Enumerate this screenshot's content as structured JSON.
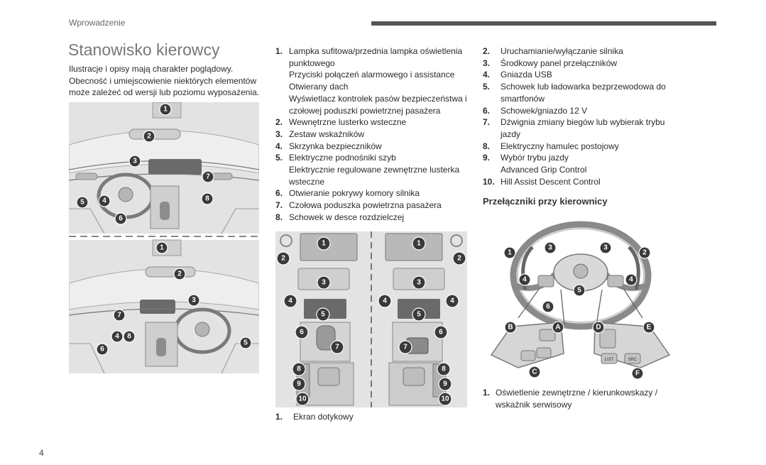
{
  "header": {
    "section": "Wprowadzenie"
  },
  "title": "Stanowisko kierowcy",
  "intro": "Ilustracje i opisy mają charakter poglądowy. Obecność i umiejscowienie niektórych elementów może zależeć od wersji lub poziomu wyposażenia.",
  "list_left": [
    {
      "num": "1.",
      "text": "Lampka sufitowa/przednia lampka oświetlenia punktowego\nPrzyciski połączeń alarmowego i assistance\nOtwierany dach\nWyświetlacz kontrolek pasów bezpieczeństwa i czołowej poduszki powietrznej pasażera"
    },
    {
      "num": "2.",
      "text": "Wewnętrzne lusterko wsteczne"
    },
    {
      "num": "3.",
      "text": "Zestaw wskaźników"
    },
    {
      "num": "4.",
      "text": "Skrzynka bezpieczników"
    },
    {
      "num": "5.",
      "text": "Elektryczne podnośniki szyb\nElektrycznie regulowane zewnętrzne lusterka wsteczne"
    },
    {
      "num": "6.",
      "text": "Otwieranie pokrywy komory silnika"
    },
    {
      "num": "7.",
      "text": "Czołowa poduszka powietrzna pasażera"
    },
    {
      "num": "8.",
      "text": "Schowek w desce rozdzielczej"
    }
  ],
  "list_right": [
    {
      "num": "2.",
      "text": "Uruchamianie/wyłączanie silnika"
    },
    {
      "num": "3.",
      "text": "Środkowy panel przełączników"
    },
    {
      "num": "4.",
      "text": "Gniazda USB"
    },
    {
      "num": "5.",
      "text": "Schowek lub ładowarka bezprzewodowa do smartfonów"
    },
    {
      "num": "6.",
      "text": "Schowek/gniazdo 12 V"
    },
    {
      "num": "7.",
      "text": "Dźwignia zmiany biegów lub wybierak trybu jazdy"
    },
    {
      "num": "8.",
      "text": "Elektryczny hamulec postojowy"
    },
    {
      "num": "9.",
      "text": "Wybór trybu jazdy\nAdvanced Grip Control"
    },
    {
      "num": "10.",
      "text": "Hill Assist Descent Control"
    }
  ],
  "subheading": "Przełączniki przy kierownicy",
  "list_wheel": [
    {
      "num": "1.",
      "text": "Oświetlenie zewnętrzne / kierunkowskazy / wskaźnik serwisowy"
    }
  ],
  "list_console": [
    {
      "num": "1.",
      "text": "Ekran dotykowy"
    }
  ],
  "page_number": "4",
  "callouts": {
    "dash_top": [
      "1",
      "2",
      "3",
      "7",
      "8",
      "5",
      "4",
      "6"
    ],
    "dash_bottom": [
      "1",
      "2",
      "3",
      "7",
      "4",
      "8",
      "6",
      "5"
    ],
    "console": [
      "1",
      "2",
      "3",
      "4",
      "5",
      "6",
      "7",
      "8",
      "9",
      "10"
    ],
    "wheel": [
      "1",
      "2",
      "3",
      "4",
      "5",
      "6"
    ],
    "switch_letters": [
      "A",
      "B",
      "C",
      "D",
      "E",
      "F"
    ]
  },
  "switch_labels": {
    "list": "LIST",
    "src": "SRC"
  }
}
